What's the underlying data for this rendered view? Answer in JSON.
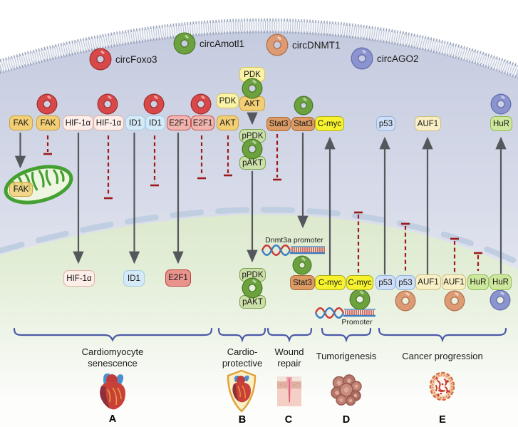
{
  "legend": {
    "items": [
      {
        "label": "circFoxo3",
        "color": "#d84848"
      },
      {
        "label": "circAmotl1",
        "color": "#6ba23e"
      },
      {
        "label": "circDNMT1",
        "color": "#dd9b74"
      },
      {
        "label": "circAGO2",
        "color": "#8b94cf"
      }
    ]
  },
  "proteins": {
    "fak": "FAK",
    "hif1a": "HIF-1α",
    "id1": "ID1",
    "e2f1": "E2F1",
    "pdk": "PDK",
    "akt": "AKT",
    "ppdk": "pPDK",
    "pakt": "pAKT",
    "stat3": "Stat3",
    "cmyc": "C-myc",
    "p53": "p53",
    "auf1": "AUF1",
    "hur": "HuR"
  },
  "nucleus_labels": {
    "dnmt3a_promoter": "Dnmt3a promoter",
    "promoter": "Promoter"
  },
  "categories": [
    {
      "letter": "A",
      "label": "Cardiomyocyte senescence",
      "icon": "heart-icon"
    },
    {
      "letter": "B",
      "label": "Cardio-protective",
      "icon": "shield-heart-icon"
    },
    {
      "letter": "C",
      "label": "Wound repair",
      "icon": "wound-icon"
    },
    {
      "letter": "D",
      "label": "Tumorigenesis",
      "icon": "tumor-icon"
    },
    {
      "letter": "E",
      "label": "Cancer progression",
      "icon": "cancer-icon"
    }
  ],
  "colors": {
    "arrow": "#54585c",
    "inhibition": "#9e1a1a",
    "brace": "#4a58a8",
    "membrane": "#98a3ba",
    "nuclear_envelope": "#bfcee0",
    "cytoplasm": "#cdd3e5",
    "nucleus": "#d7e6c6"
  }
}
